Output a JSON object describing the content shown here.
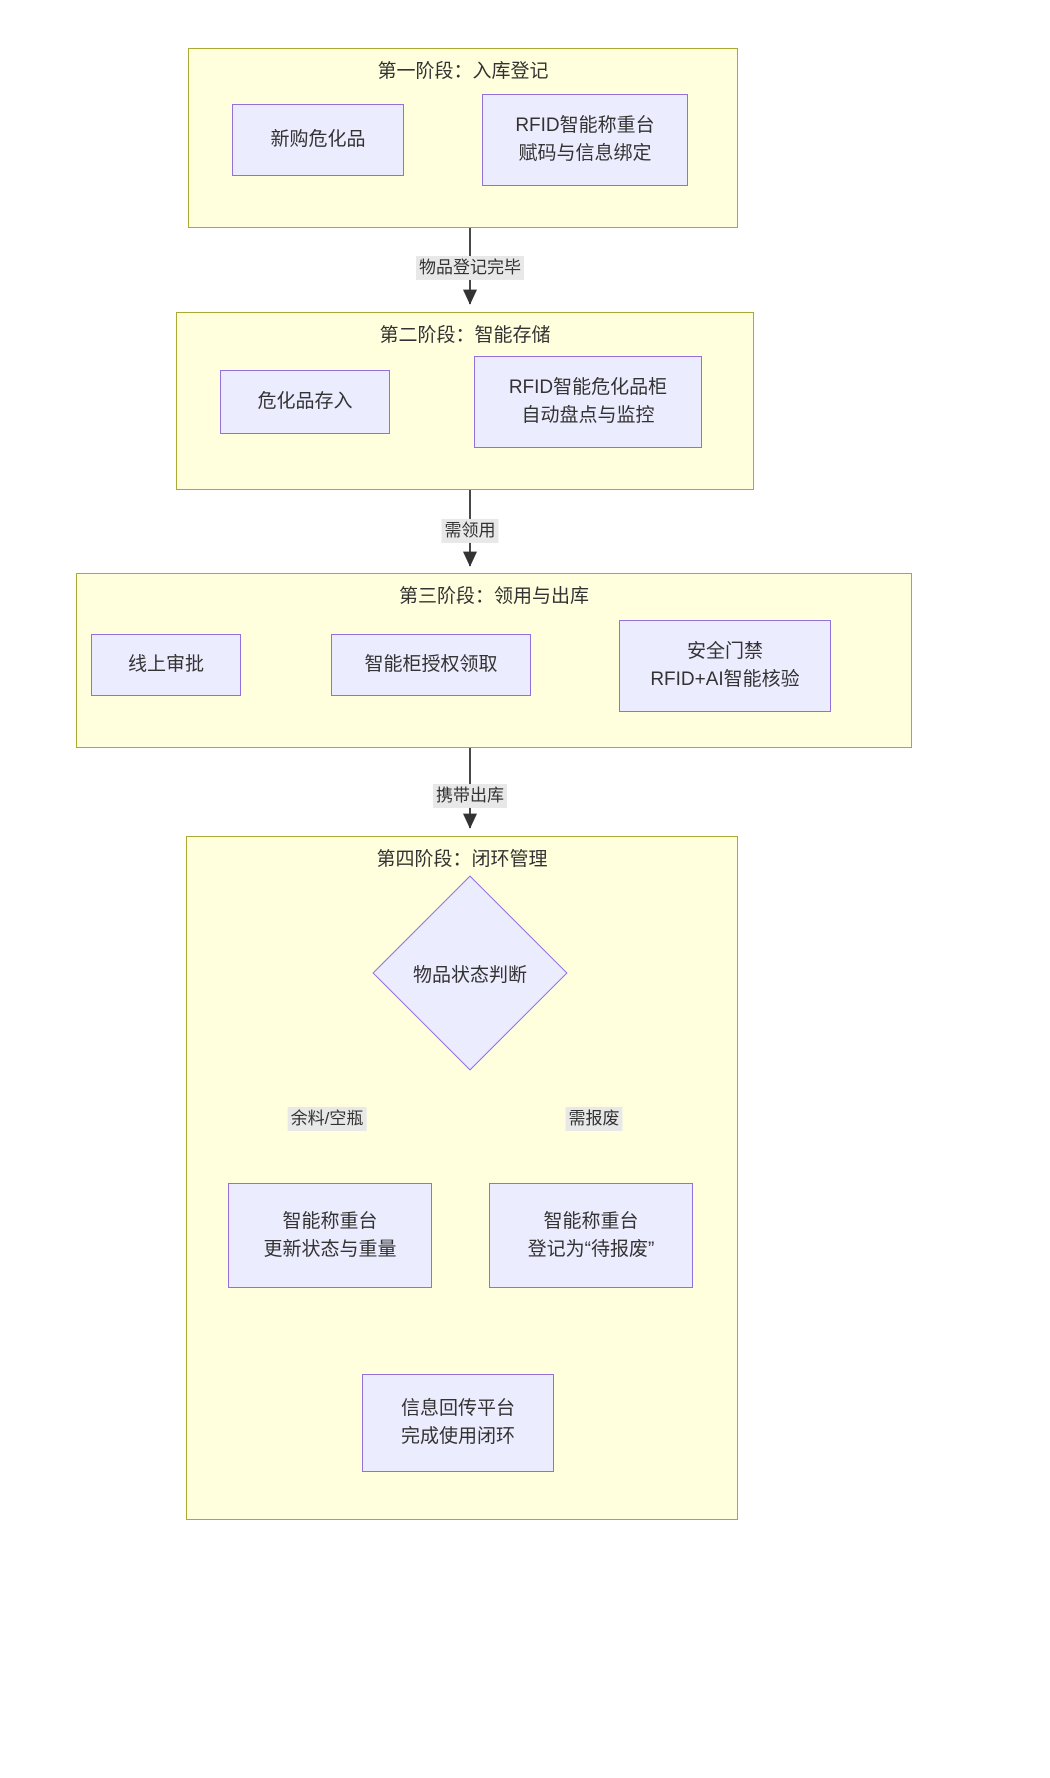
{
  "diagram": {
    "type": "flowchart",
    "direction": "top-to-bottom",
    "theme_colors": {
      "subgraph_background": "#ffffde",
      "subgraph_border": "#aaaa33",
      "node_background": "#ececff",
      "node_border": "#9370db",
      "edge_label_background": "#e8e8e8",
      "edge_stroke": "#333333",
      "text": "#333333",
      "page_background": "#ffffff"
    }
  },
  "stages": [
    {
      "id": "stage1",
      "title": "第一阶段：入库登记",
      "nodes": [
        {
          "id": "s1n1",
          "label": "新购危化品",
          "shape": "rect"
        },
        {
          "id": "s1n2",
          "label": "RFID智能称重台\n赋码与信息绑定",
          "shape": "rect"
        }
      ]
    },
    {
      "id": "stage2",
      "title": "第二阶段：智能存储",
      "nodes": [
        {
          "id": "s2n1",
          "label": "危化品存入",
          "shape": "rect"
        },
        {
          "id": "s2n2",
          "label": "RFID智能危化品柜\n自动盘点与监控",
          "shape": "rect"
        }
      ]
    },
    {
      "id": "stage3",
      "title": "第三阶段：领用与出库",
      "nodes": [
        {
          "id": "s3n1",
          "label": "线上审批",
          "shape": "rect"
        },
        {
          "id": "s3n2",
          "label": "智能柜授权领取",
          "shape": "rect"
        },
        {
          "id": "s3n3",
          "label": "安全门禁\nRFID+AI智能核验",
          "shape": "rect"
        }
      ]
    },
    {
      "id": "stage4",
      "title": "第四阶段：闭环管理",
      "nodes": [
        {
          "id": "s4d1",
          "label": "物品状态判断",
          "shape": "diamond"
        },
        {
          "id": "s4n1",
          "label": "智能称重台\n更新状态与重量",
          "shape": "rect"
        },
        {
          "id": "s4n2",
          "label": "智能称重台\n登记为“待报废”",
          "shape": "rect"
        },
        {
          "id": "s4n3",
          "label": "信息回传平台\n完成使用闭环",
          "shape": "rect"
        }
      ]
    }
  ],
  "edge_labels": {
    "stage1_to_stage2": "物品登记完毕",
    "stage2_to_stage3": "需领用",
    "stage3_to_stage4": "携带出库",
    "branch_left": "余料/空瓶",
    "branch_right": "需报废"
  }
}
